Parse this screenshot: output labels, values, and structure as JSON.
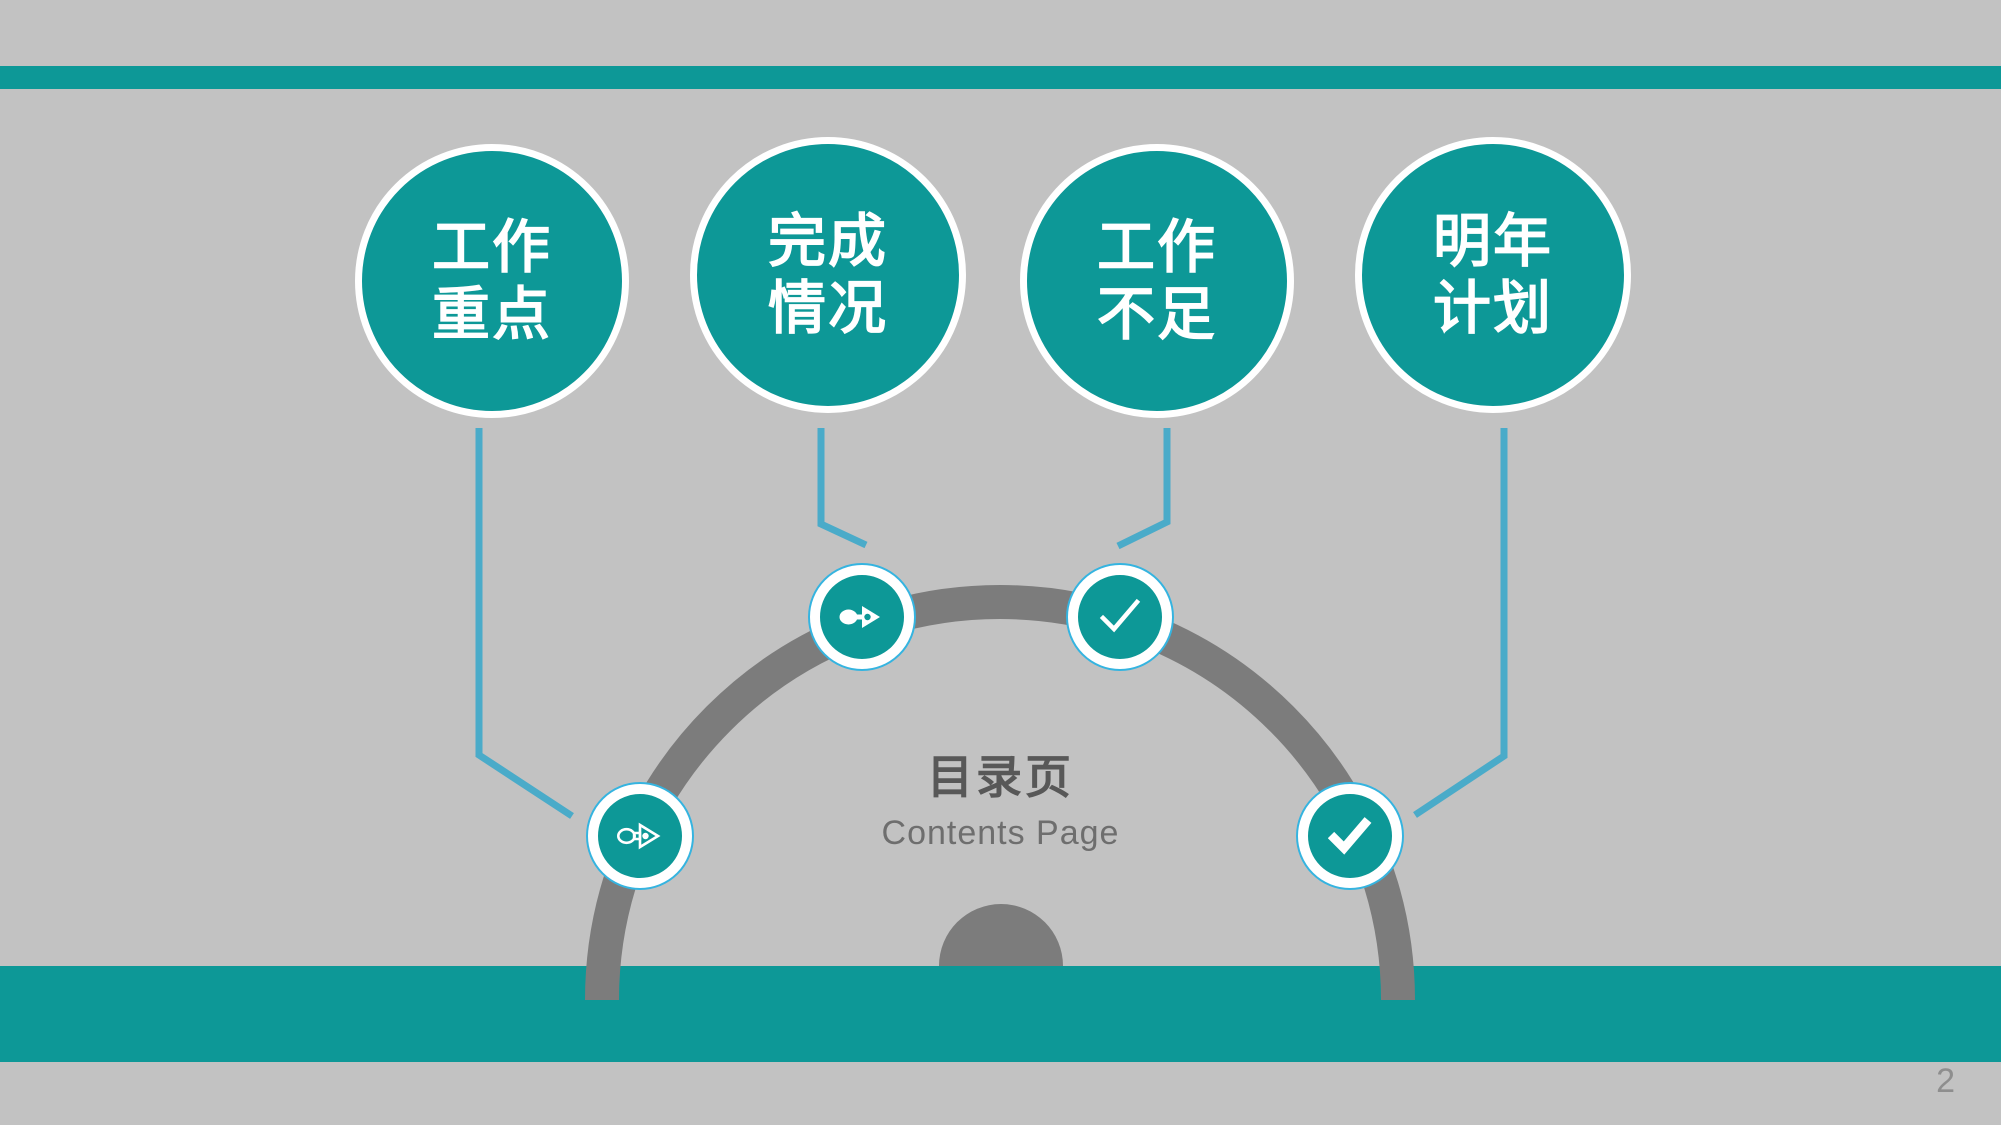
{
  "slide": {
    "page_number": "2",
    "background_color": "#c2c2c2",
    "accent_color": "#0d9897",
    "band_color": "#0d9897",
    "arc_color": "#7c7c7c",
    "connector_color": "#4aabc9",
    "node_ring_color": "#35b4e0"
  },
  "center": {
    "title": "目录页",
    "subtitle": "Contents Page"
  },
  "topics": [
    {
      "line1": "工作",
      "line2": "重点"
    },
    {
      "line1": "完成",
      "line2": "情况"
    },
    {
      "line1": "工作",
      "line2": "不足"
    },
    {
      "line1": "明年",
      "line2": "计划"
    }
  ],
  "nodes": [
    {
      "icon": "pen-nib-filled-icon"
    },
    {
      "icon": "check-thin-icon"
    },
    {
      "icon": "pen-nib-outline-icon"
    },
    {
      "icon": "check-bold-icon"
    }
  ]
}
